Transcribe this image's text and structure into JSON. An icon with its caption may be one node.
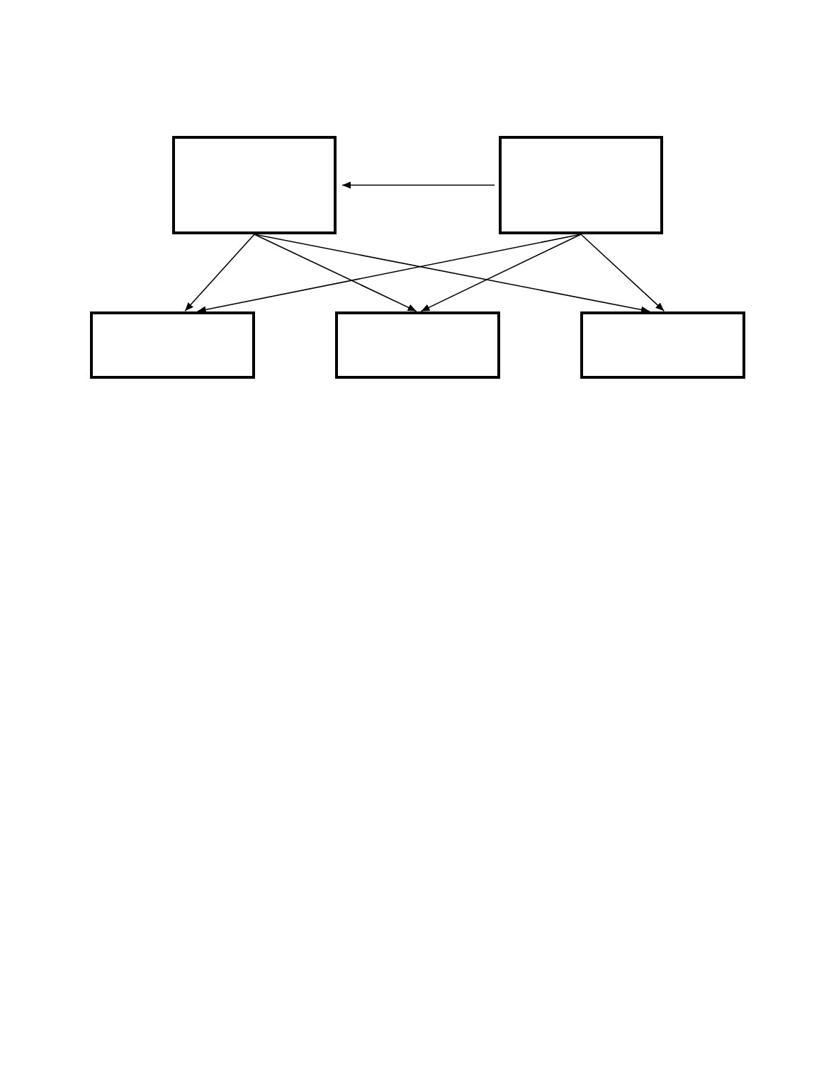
{
  "diagram": {
    "nodes": [
      {
        "text": [],
        "shape": "box"
      },
      {
        "text": [],
        "shape": "box"
      },
      {
        "text": [],
        "shape": "box"
      },
      {
        "text": [],
        "shape": "box"
      },
      {
        "text": [],
        "shape": "box"
      }
    ],
    "edges": [
      {
        "from": 1,
        "to": 0,
        "arrow": "to"
      },
      {
        "from": 0,
        "to": 2,
        "arrow": "to"
      },
      {
        "from": 0,
        "to": 3,
        "arrow": "to"
      },
      {
        "from": 0,
        "to": 4,
        "arrow": "to"
      },
      {
        "from": 1,
        "to": 2,
        "arrow": "to"
      },
      {
        "from": 1,
        "to": 3,
        "arrow": "to"
      },
      {
        "from": 1,
        "to": 4,
        "arrow": "to"
      }
    ]
  }
}
